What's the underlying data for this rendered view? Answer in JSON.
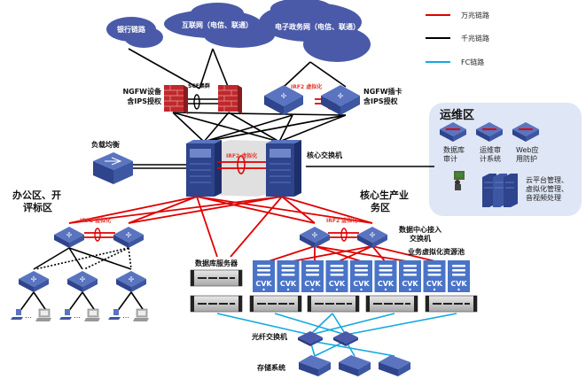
{
  "clouds": [
    {
      "id": "bank",
      "label": "银行链路"
    },
    {
      "id": "internet",
      "label": "互联网（电信、联通）"
    },
    {
      "id": "egov",
      "label": "电子政务网（电信、联通）"
    }
  ],
  "legend": [
    {
      "label": "万兆链路",
      "color": "#e00000"
    },
    {
      "label": "千兆链路",
      "color": "#000000"
    },
    {
      "label": "FC链路",
      "color": "#14a8e0"
    }
  ],
  "firewall": {
    "label_line1": "NGFW设备",
    "label_line2": "含IPS授权",
    "cluster": "SCF集群"
  },
  "ngfw_card": {
    "label_line1": "NGFW插卡",
    "label_line2": "含IPS授权",
    "irf": "IRF2 虚拟化"
  },
  "load_balancer": {
    "label": "负载均衡"
  },
  "core": {
    "label": "核心交换机",
    "irf": "IRF2 虚拟化"
  },
  "ops_zone": {
    "title": "运维区",
    "devices": [
      {
        "line1": "数据库",
        "line2": "审计"
      },
      {
        "line1": "运维审",
        "line2": "计系统"
      },
      {
        "line1": "Web应",
        "line2": "用防护"
      }
    ],
    "servers_label": [
      "云平台管理、",
      "虚拟化管理、",
      "音视频处理"
    ]
  },
  "office_zone": {
    "label_line1": "办公区、开",
    "label_line2": "评标区",
    "irf": "IRF2 虚拟化"
  },
  "production_zone": {
    "label_line1": "核心生产业",
    "label_line2": "务区",
    "irf": "IRF2 虚拟化"
  },
  "dc_access": {
    "label_line1": "数据中心接入",
    "label_line2": "交换机"
  },
  "virt_pool": {
    "label": "业务虚拟化资源池",
    "cvk_label": "CVK",
    "cvk_count": 9
  },
  "db_server": {
    "label": "数据库服务器"
  },
  "fc_switch": {
    "label": "光纤交换机"
  },
  "storage": {
    "label": "存储系统"
  },
  "colors": {
    "red": "#e00000",
    "black": "#000000",
    "fc": "#14a8e0",
    "cloud": "#4a5aa8",
    "device": "#3d57a3",
    "ops_bg": "#dfe6f5"
  }
}
